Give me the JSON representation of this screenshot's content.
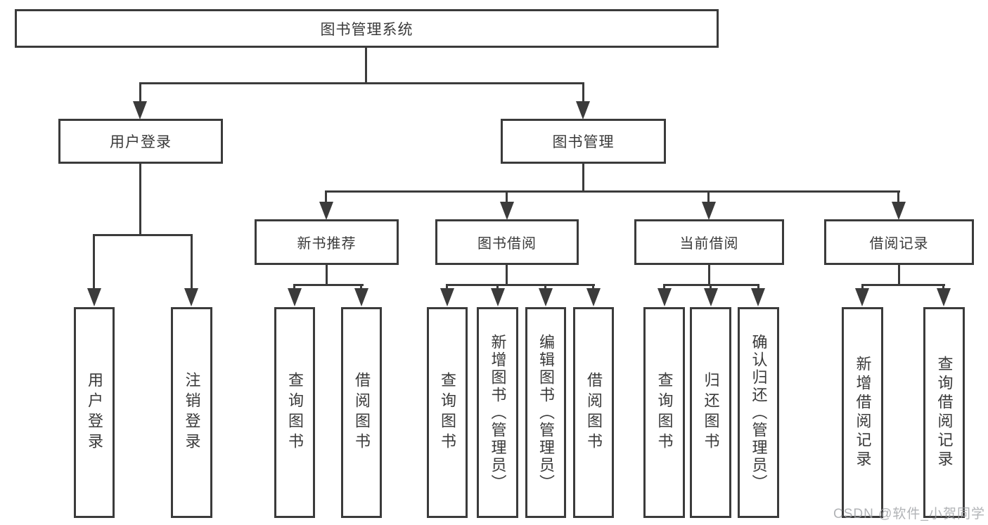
{
  "diagram": {
    "tree": {
      "label": "图书管理系统",
      "children": [
        {
          "label": "用户登录",
          "children": [
            {
              "label": "用户登录"
            },
            {
              "label": "注销登录"
            }
          ]
        },
        {
          "label": "图书管理",
          "children": [
            {
              "label": "新书推荐",
              "children": [
                {
                  "label": "查询图书"
                },
                {
                  "label": "借阅图书"
                }
              ]
            },
            {
              "label": "图书借阅",
              "children": [
                {
                  "label": "查询图书"
                },
                {
                  "label": "新增图书（管理员）"
                },
                {
                  "label": "编辑图书（管理员）"
                },
                {
                  "label": "借阅图书"
                }
              ]
            },
            {
              "label": "当前借阅",
              "children": [
                {
                  "label": "查询图书"
                },
                {
                  "label": "归还图书"
                },
                {
                  "label": "确认归还（管理员）"
                }
              ]
            },
            {
              "label": "借阅记录",
              "children": [
                {
                  "label": "新增借阅记录"
                },
                {
                  "label": "查询借阅记录"
                }
              ]
            }
          ]
        }
      ]
    }
  },
  "watermark": {
    "text": "CSDN @软件_小贺同学"
  },
  "colors": {
    "line": "#3b3b3b",
    "text": "#3a3a3a",
    "background": "#ffffff",
    "watermark": "#9ea1a5"
  }
}
